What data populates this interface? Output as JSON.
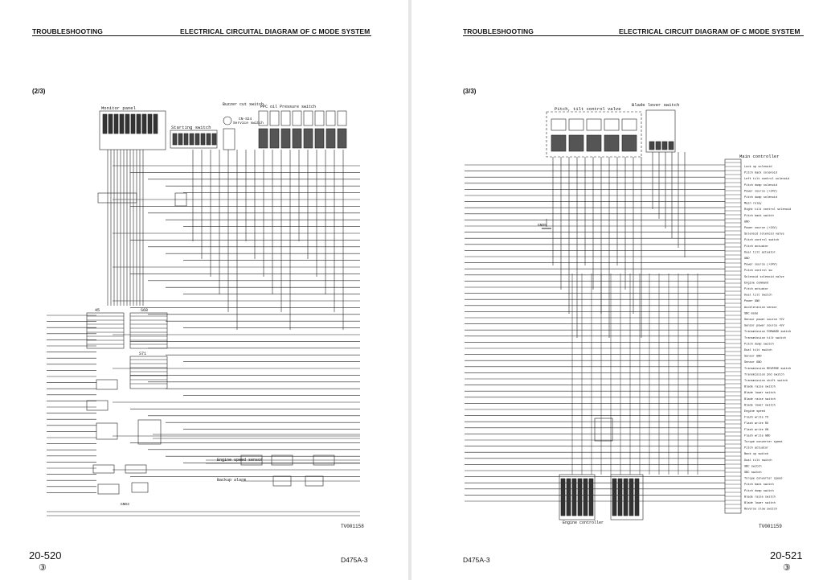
{
  "left_page": {
    "header_left": "TROUBLESHOOTING",
    "header_right": "ELECTRICAL CIRCUITAL DIAGRAM OF C MODE SYSTEM",
    "panel_label": "(2/3)",
    "figure_id": "TV001158",
    "page_number": "20-520",
    "revision_mark": "③",
    "model": "D475A-3",
    "labels": {
      "monitor_panel": "Monitor panel",
      "starting_switch": "Starting switch",
      "buzzer": "Buzzer cut switch",
      "ppc_oil": "PPC oil Pressure switch",
      "service_switch": "Service switch",
      "cn_s24": "CN-S24",
      "engine_speed_sensor": "Engine speed sensor",
      "backup_alarm": "Backup alarm",
      "gnd": "GND3",
      "connector_45": "45",
      "connector_s68": "S68",
      "connector_s71": "S71"
    }
  },
  "right_page": {
    "header_left": "TROUBLESHOOTING",
    "header_right": "ELECTRICAL CIRCUIT DIAGRAM OF C MODE SYSTEM",
    "panel_label": "(3/3)",
    "figure_id": "TV001159",
    "page_number": "20-521",
    "revision_mark": "③",
    "model": "D475A-3",
    "labels": {
      "pitch_tilt_valve": "Pitch, tilt control valve",
      "blade_lever_switch": "Blade lever switch",
      "main_controller": "Main controller",
      "engine_controller": "Engine controller",
      "gnd": "GND5"
    },
    "controller_pins": [
      "Lock up solenoid",
      "Pitch back solenoid",
      "Left tilt control solenoid",
      "Pitch dump solenoid",
      "Power source (+24V)",
      "Pitch dump solenoid",
      "Main relay",
      "Right tilt control solenoid",
      "Pitch back switch",
      "GND",
      "Power source (+24V)",
      "Solenoid solenoid valve",
      "Pitch control switch",
      "Pitch actuator",
      "Dual tilt actuator",
      "GND",
      "Power source (+24V)",
      "Pitch control sw",
      "Solenoid solenoid valve",
      "Engine command",
      "Pitch actuator",
      "Dual tilt switch",
      "Power GND",
      "Acceleration sensor",
      "SBC mode",
      "Sensor power source +5V",
      "Sensor power source +5V",
      "Transmission FORWARD switch",
      "Transmission tilt switch",
      "Pitch dump switch",
      "Dual tilt switch",
      "Sensor GND",
      "Sensor GND",
      "Transmission REVERSE switch",
      "Transmission 2nd switch",
      "Transmission shift switch",
      "Blade raise switch",
      "Blade lower switch",
      "Blade raise switch",
      "Blade lower switch",
      "Engine speed",
      "Flash write TX",
      "Flash write RX",
      "Flash write ON",
      "Flash write GND",
      "Torque converter speed",
      "Pitch actuator",
      "Back up switch",
      "Dual tilt switch",
      "SBC switch",
      "SBC switch",
      "Torque converter speed",
      "Pitch back switch",
      "Pitch dump switch",
      "Blade raise switch",
      "Blade lower switch",
      "Reverse slow switch",
      "Reverse slow switch"
    ]
  }
}
